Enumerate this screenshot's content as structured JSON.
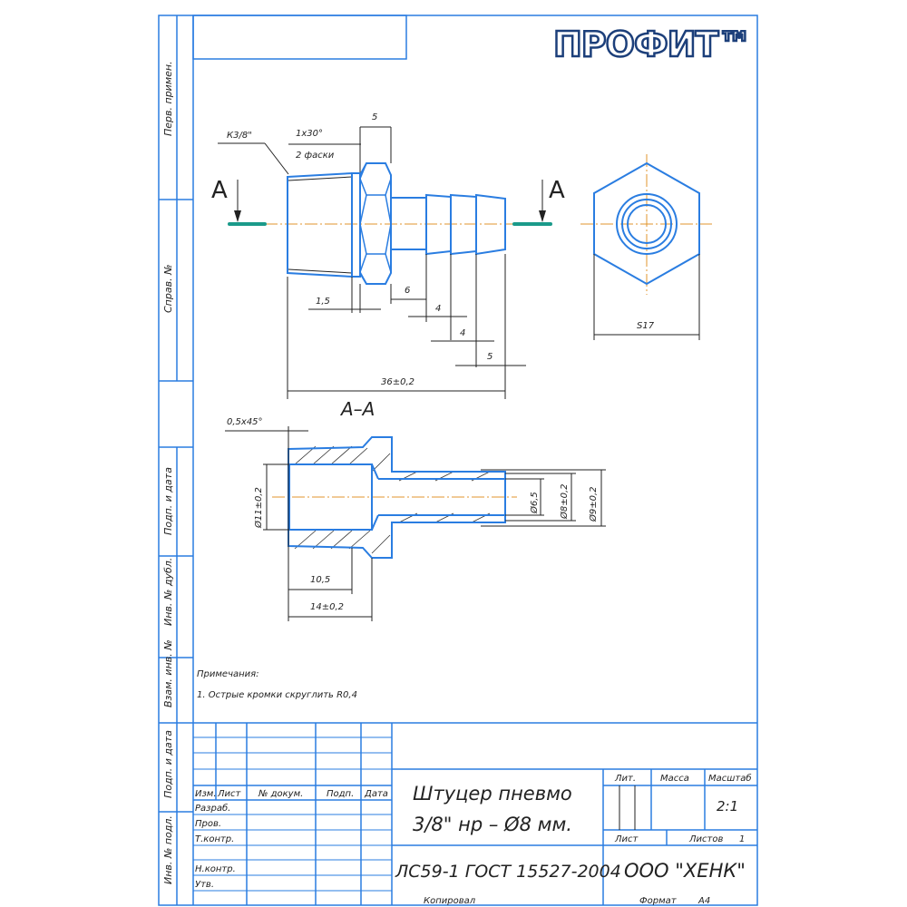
{
  "logo": "ПРОФИТ™",
  "side_labels": [
    "Перв. примен.",
    "Справ. №",
    "Подп. и дата",
    "Инв. № дубл.",
    "Взам. инв. №",
    "Подп. и дата",
    "Инв. № подл."
  ],
  "main_view": {
    "section_mark": "A",
    "thread": "К3/8\"",
    "chamfer": "1х30°",
    "chamfer_count": "2 фаски",
    "dims": {
      "hex_width": "5",
      "collar": "1,5",
      "shank": "6",
      "barb1": "4",
      "barb2": "4",
      "barb3": "5",
      "total": "36±0,2"
    }
  },
  "side_view": {
    "section_mark": "A",
    "hex_size": "S17"
  },
  "section_view": {
    "title": "А–А",
    "chamfer": "0,5х45°",
    "dims": {
      "bore": "Ø11±0,2",
      "inner": "Ø6,5",
      "hose_min": "Ø8±0,2",
      "hose_max": "Ø9±0,2",
      "thread_len": "10,5",
      "body_len": "14±0,2"
    }
  },
  "notes": {
    "title": "Примечания:",
    "items": [
      "1. Острые кромки скруглить R0,4"
    ]
  },
  "title_block": {
    "headers": [
      "Изм.",
      "Лист",
      "№ докум.",
      "Подп.",
      "Дата"
    ],
    "roles": [
      "Разраб.",
      "Пров.",
      "Т.контр.",
      "",
      "Н.контр.",
      "Утв."
    ],
    "name_line1": "Штуцер пневмо",
    "name_line2": "3/8\" нр – Ø8 мм.",
    "lit_label": "Лит.",
    "mass_label": "Масса",
    "scale_label": "Масштаб",
    "scale": "2:1",
    "sheet_label": "Лист",
    "sheets_label": "Листов",
    "sheets": "1",
    "material": "ЛС59-1 ГОСТ 15527-2004",
    "company": "ООО \"ХЕНК\"",
    "copied": "Копировал",
    "format_label": "Формат",
    "format": "А4"
  },
  "colors": {
    "line": "#2a7de1",
    "center": "#e0962c",
    "section": "#1a9a8a"
  }
}
